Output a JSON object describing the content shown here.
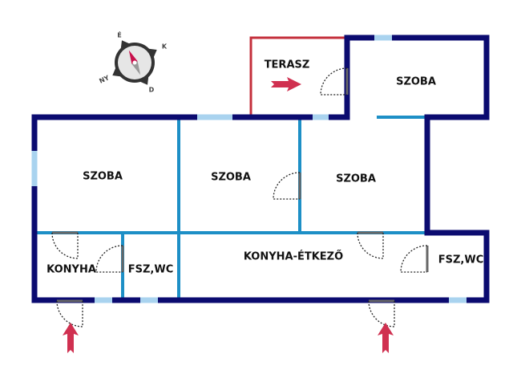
{
  "rooms": {
    "szoba_1": "SZOBA",
    "szoba_2": "SZOBA",
    "szoba_3": "SZOBA",
    "szoba_4": "SZOBA",
    "terasz": "TERASZ",
    "konyha": "KONYHA",
    "fsz_wc_1": "FSZ,WC",
    "konyha_etkezo": "KONYHA-ÉTKEZŐ",
    "fsz_wc_2": "FSZ,WC"
  },
  "compass": {
    "north": "É",
    "east": "K",
    "south": "D",
    "west": "NY"
  },
  "colors": {
    "outer_wall": "#0b0b70",
    "inner_wall": "#1d8fc6",
    "terrace": "#c4303c",
    "arrow": "#d03050",
    "window": "#a9d3ef"
  }
}
